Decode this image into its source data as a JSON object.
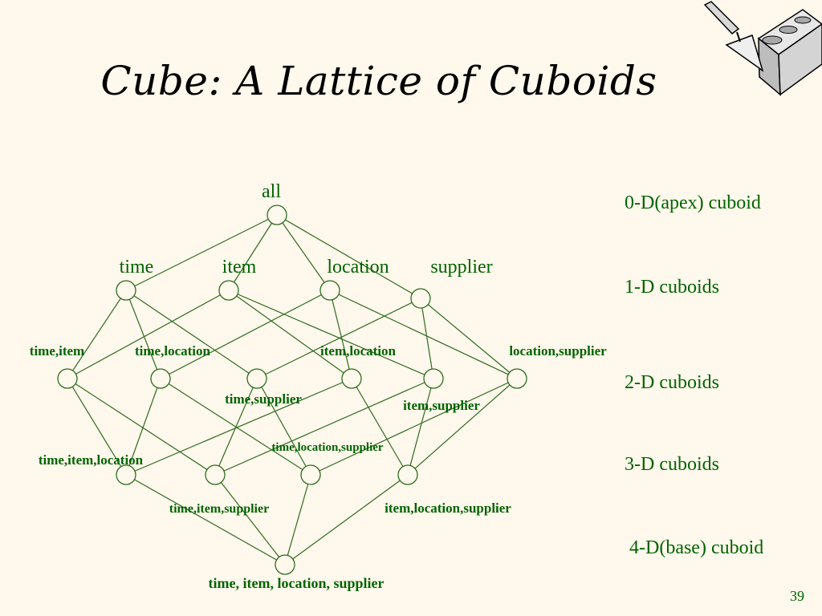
{
  "slide": {
    "title": "Cube: A Lattice of Cuboids",
    "page_number": "39"
  },
  "levels": [
    "0-D(apex) cuboid",
    "1-D cuboids",
    "2-D cuboids",
    "3-D cuboids",
    "4-D(base) cuboid"
  ],
  "nodes": {
    "all": "all",
    "time": "time",
    "item": "item",
    "location": "location",
    "supplier": "supplier",
    "time_item": "time,item",
    "time_location": "time,location",
    "time_supplier": "time,supplier",
    "item_location": "item,location",
    "item_supplier": "item,supplier",
    "location_supplier": "location,supplier",
    "time_item_location": "time,item,location",
    "time_item_supplier": "time,item,supplier",
    "time_location_supplier": "time,location,supplier",
    "item_location_supplier": "item,location,supplier",
    "base": "time, item, location, supplier"
  },
  "colors": {
    "lattice": "#2e6b1f",
    "label": "#006400",
    "background": "#fff8ec"
  },
  "icons": {
    "logo": "trowel-and-brick-icon"
  }
}
